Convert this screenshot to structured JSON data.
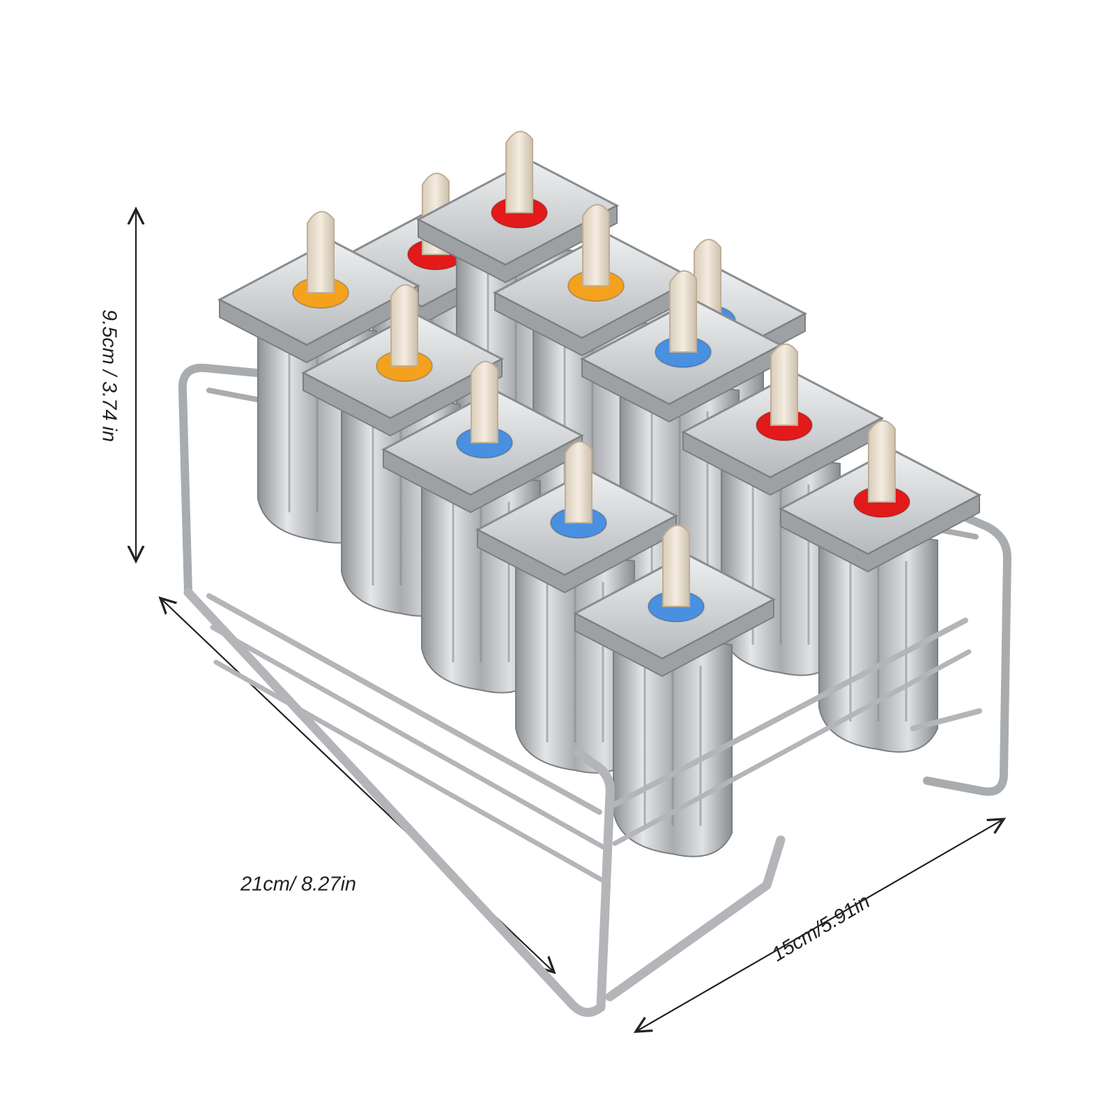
{
  "product": {
    "name_icon": "stainless-steel-popsicle-mold-with-rack",
    "mold_count": 12,
    "stopper_colors": {
      "orange": "#f4a21e",
      "red": "#e21a1a",
      "blue": "#4a90e0"
    },
    "stick_color": "#e8dccb",
    "steel_color": "#c4c6c8"
  },
  "dimensions": {
    "height_label": "9.5cm / 3.74 in",
    "length_label": "21cm/ 8.27in",
    "width_label": "15cm/5.91in"
  }
}
